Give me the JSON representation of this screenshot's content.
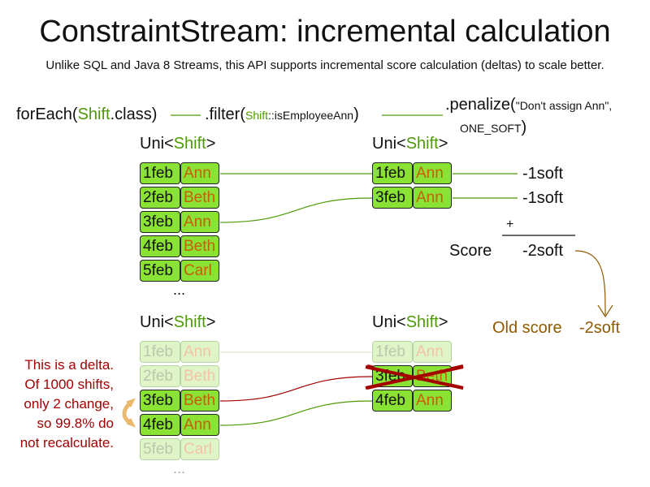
{
  "title": "ConstraintStream: incremental calculation",
  "subtitle": "Unlike SQL and Java 8 Streams, this API supports incremental score calculation (deltas) to scale better.",
  "pipeline": {
    "foreach_prefix": "forEach(",
    "foreach_class": "Shift",
    "foreach_suffix": ".class)",
    "filter_prefix": ".filter(",
    "filter_class": "Shift",
    "filter_method": "::isEmployeeAnn",
    "filter_suffix": ")",
    "penalize_prefix": ".penalize(",
    "penalize_message": "\"Don't assign Ann\",",
    "penalize_weight": "ONE_SOFT",
    "penalize_suffix": ")"
  },
  "uni": {
    "prefix": "Uni<",
    "type": "Shift",
    "suffix": ">"
  },
  "top_left": {
    "tuples": [
      {
        "date": "1feb",
        "name": "Ann"
      },
      {
        "date": "2feb",
        "name": "Beth"
      },
      {
        "date": "3feb",
        "name": "Ann"
      },
      {
        "date": "4feb",
        "name": "Beth"
      },
      {
        "date": "5feb",
        "name": "Carl"
      }
    ],
    "ellipsis": "..."
  },
  "top_right": {
    "tuples": [
      {
        "date": "1feb",
        "name": "Ann",
        "penalty": "-1soft"
      },
      {
        "date": "3feb",
        "name": "Ann",
        "penalty": "-1soft"
      }
    ]
  },
  "score": {
    "plus": "+",
    "label": "Score",
    "value": "-2soft"
  },
  "old_score": {
    "label": "Old score",
    "value": "-2soft"
  },
  "bottom_left": {
    "tuples": [
      {
        "date": "1feb",
        "name": "Ann",
        "faded": true
      },
      {
        "date": "2feb",
        "name": "Beth",
        "faded": true
      },
      {
        "date": "3feb",
        "name": "Beth",
        "faded": false
      },
      {
        "date": "4feb",
        "name": "Ann",
        "faded": false
      },
      {
        "date": "5feb",
        "name": "Carl",
        "faded": true
      }
    ],
    "ellipsis": "..."
  },
  "bottom_right": {
    "tuples": [
      {
        "date": "1feb",
        "name": "Ann",
        "faded": true,
        "removed": false
      },
      {
        "date": "3feb",
        "name": "Beth",
        "faded": false,
        "removed": true
      },
      {
        "date": "4feb",
        "name": "Ann",
        "faded": false,
        "removed": false
      }
    ]
  },
  "delta_note": [
    "This is a delta.",
    "Of 1000 shifts,",
    "only 2 change,",
    "so 99.8% do",
    "not recalculate."
  ],
  "colors": {
    "accent_green": "#4e9a06",
    "tuple_fill": "#8ae234",
    "name_orange": "#c4600a",
    "delta_red": "#a40000",
    "old_score_brown": "#8f5902"
  }
}
